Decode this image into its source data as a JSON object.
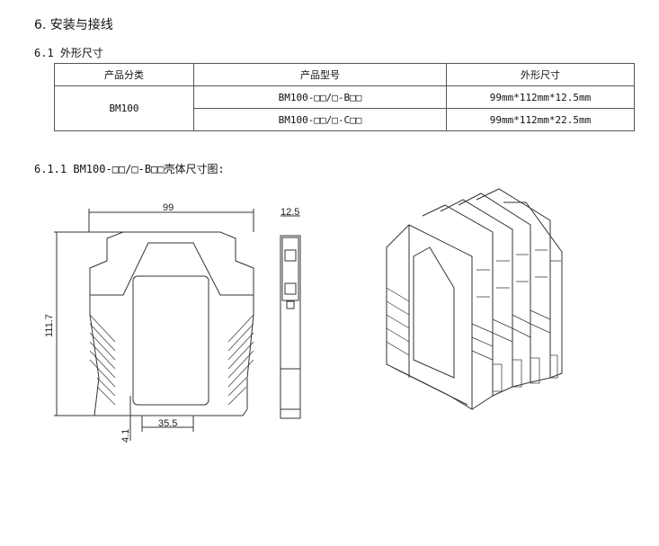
{
  "heading": "6. 安装与接线",
  "section": "6.1 外形尺寸",
  "table": {
    "headers": [
      "产品分类",
      "产品型号",
      "外形尺寸"
    ],
    "category": "BM100",
    "rows": [
      {
        "model": "BM100-□□/□-B□□",
        "size": "99mm*112mm*12.5mm"
      },
      {
        "model": "BM100-□□/□-C□□",
        "size": "99mm*112mm*22.5mm"
      }
    ]
  },
  "subsection": "6.1.1 BM100-□□/□-B□□壳体尺寸图:",
  "drawing": {
    "width": "99",
    "height": "111.7",
    "depth": "12.5",
    "rail": "35.5",
    "offset": "4.1"
  }
}
